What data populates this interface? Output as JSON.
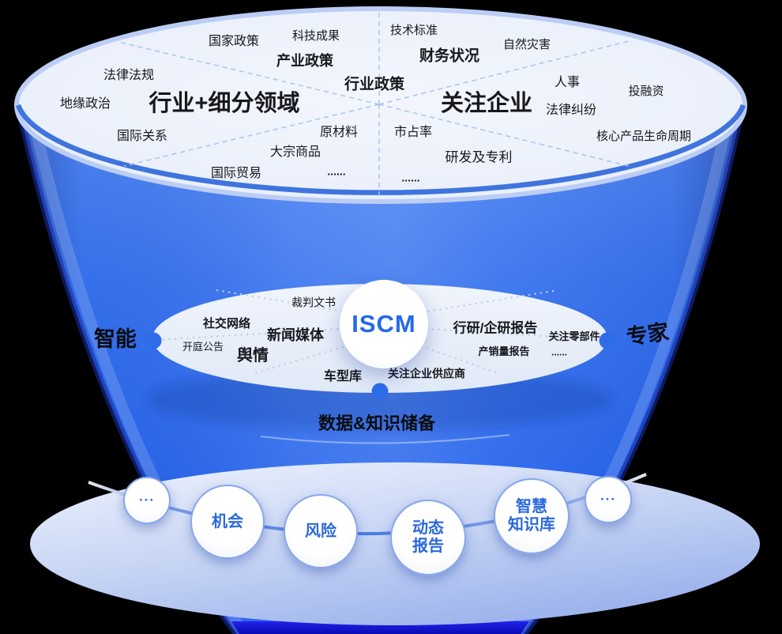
{
  "colors": {
    "funnel_blue": "#2e6bef",
    "rim_light": "#bccdf5",
    "rim_dark": "#3f74de",
    "hub_text_blue": "#2468e8",
    "node_text_blue": "#2b68dc",
    "dot_blue": "#2e6de8",
    "label_dark": "#17181c"
  },
  "side_labels": {
    "left": "智能",
    "right": "专家"
  },
  "funnel_top": {
    "sector_left_title": "行业+细分领域",
    "sector_right_title": "关注企业",
    "labels": [
      "国家政策",
      "科技成果",
      "技术标准",
      "自然灾害",
      "产业政策",
      "财务状况",
      "法律法规",
      "行业政策",
      "人事",
      "投融资",
      "地缘政治",
      "法律纠纷",
      "国际关系",
      "原材料",
      "市占率",
      "核心产品生命周期",
      "大宗商品",
      "研发及专利",
      "国际贸易",
      "......",
      "......"
    ]
  },
  "funnel_mid": {
    "hub": "ISCM",
    "labels": [
      "裁判文书",
      "社交网络",
      "新闻媒体",
      "开庭公告",
      "舆情",
      "车型库",
      "关注企业供应商",
      "行研/企研报告",
      "关注零部件",
      "产销量报告",
      "......"
    ]
  },
  "caption": "数据&知识储备",
  "bottom_nodes": [
    "···",
    "机会",
    "风险",
    "动态\n报告",
    "智慧\n知识库",
    "···"
  ]
}
